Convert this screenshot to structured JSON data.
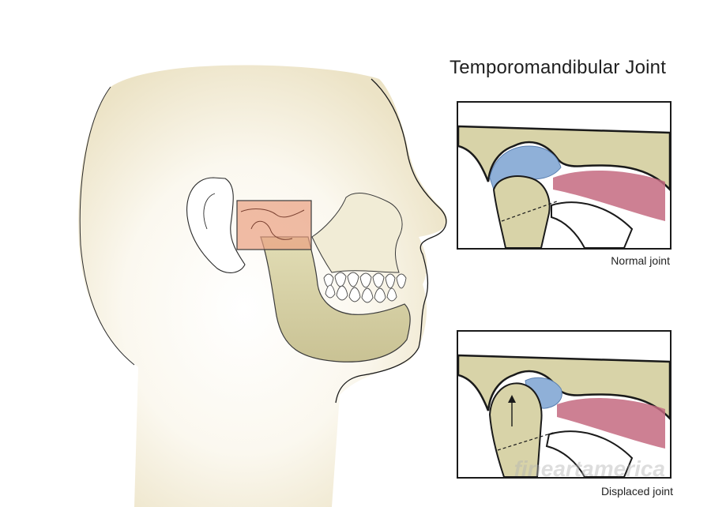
{
  "title": "Temporomandibular Joint",
  "panels": {
    "normal": {
      "caption": "Normal joint"
    },
    "displaced": {
      "caption": "Displaced joint"
    }
  },
  "watermark": "fineartamerica",
  "colors": {
    "skin": "#f3eddc",
    "bone": "#d8d3a8",
    "bone_shadow": "#b8b285",
    "disc": "#8fb0d8",
    "muscle": "#c46a80",
    "highlight_box": "#e9a080",
    "outline": "#1a1a1a"
  }
}
